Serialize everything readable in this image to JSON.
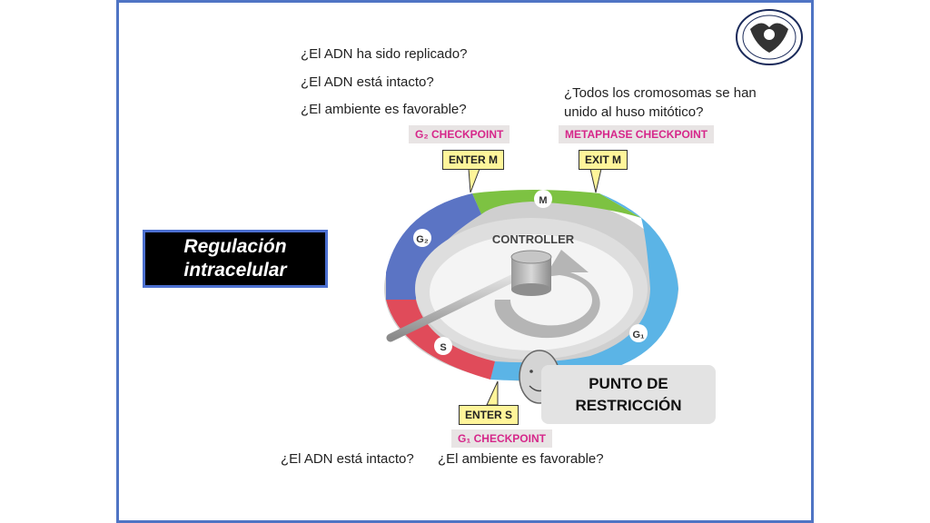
{
  "questions": {
    "q1": "¿El ADN ha sido replicado?",
    "q2": "¿El ADN está intacto?",
    "q3": "¿El ambiente es favorable?",
    "q4_line1": "¿Todos los cromosomas se han",
    "q4_line2": "unido al huso mitótico?",
    "q5": "¿El ADN está intacto?",
    "q6": "¿El ambiente es favorable?"
  },
  "title": {
    "line1": "Regulación",
    "line2": "intracelular"
  },
  "checkpoints": {
    "g2": "G₂ CHECKPOINT",
    "metaphase": "METAPHASE CHECKPOINT",
    "g1": "G₁ CHECKPOINT"
  },
  "transitions": {
    "enter_m": "ENTER M",
    "exit_m": "EXIT M",
    "enter_s": "ENTER S"
  },
  "phases": {
    "m": "M",
    "g2": "G₂",
    "s": "S",
    "g1": "G₁"
  },
  "controller": "CONTROLLER",
  "restriction": {
    "line1": "PUNTO DE",
    "line2": "RESTRICCIÓN"
  },
  "colors": {
    "border": "#4f74c4",
    "m_phase": "#7dc242",
    "g1_phase": "#5bb4e6",
    "s_phase": "#e04b5a",
    "g2_phase": "#5b74c4",
    "checkpoint_text": "#d6278a",
    "callout": "#fff59a"
  },
  "icons": [
    "smiley-face-icon",
    "university-seal-icon"
  ]
}
